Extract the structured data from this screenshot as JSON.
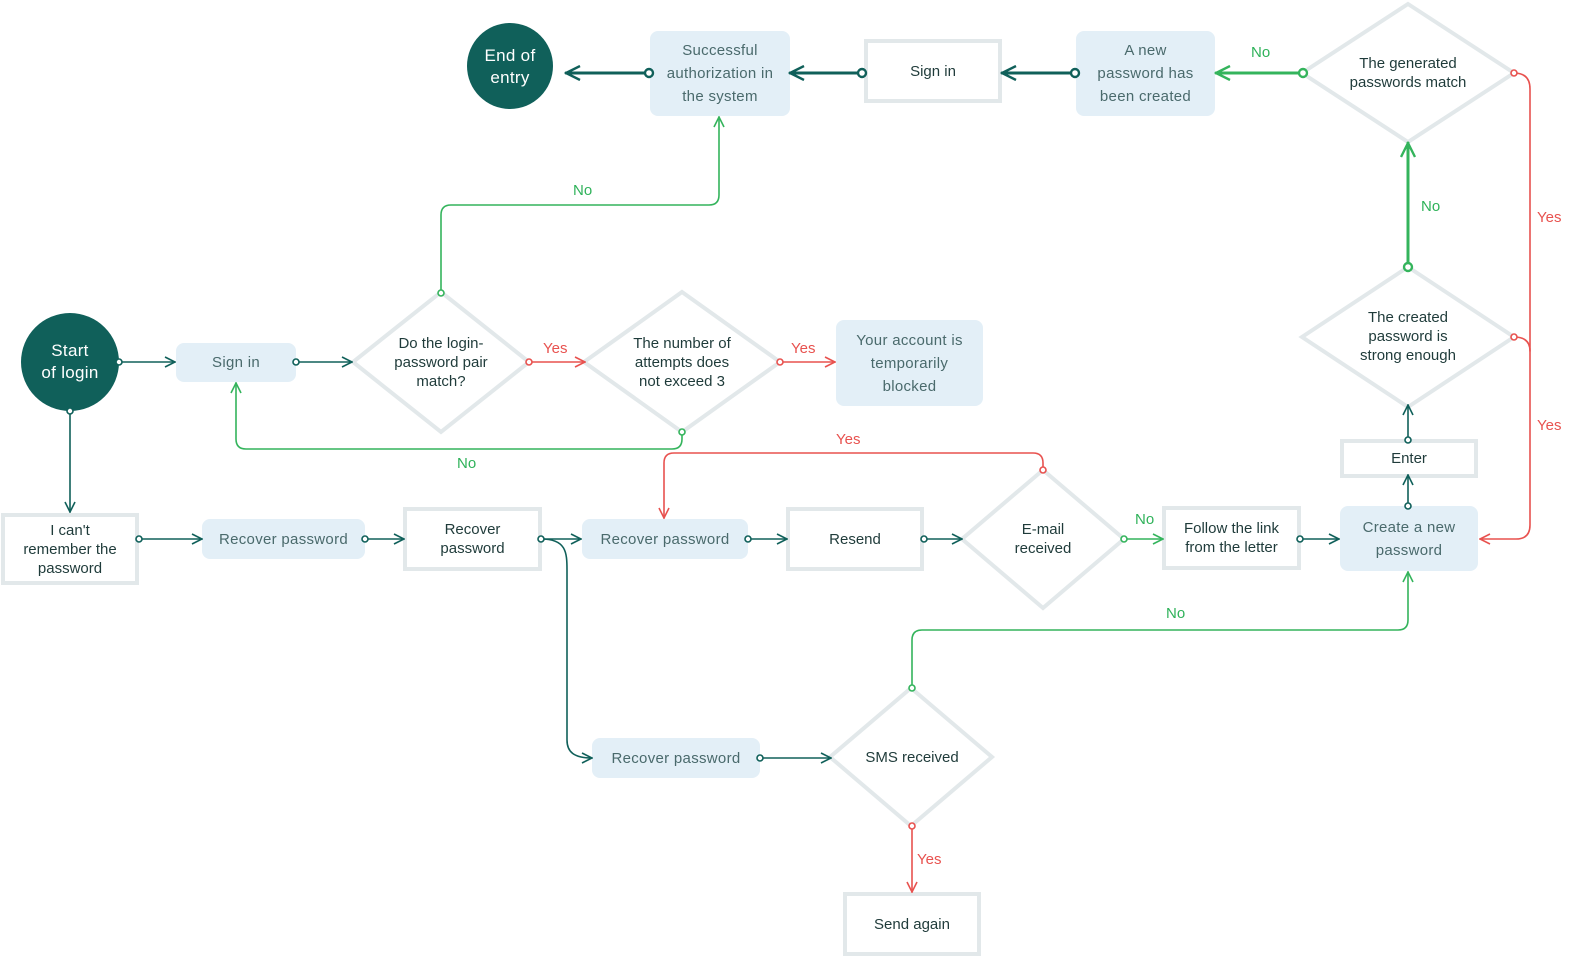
{
  "colors": {
    "dark_teal": "#10605a",
    "green": "#34b45c",
    "red": "#e8524f",
    "pale_fill": "#e3eff7",
    "grey_stroke": "#e2e8ea"
  },
  "nodes": {
    "end": "End of\nentry",
    "success": "Successful\nauthorization in\nthe system",
    "signin_top": "Sign in",
    "new_pw_created": "A new\npassword has\nbeen created",
    "generated_match": "The generated\npasswords match",
    "start": "Start\nof login",
    "signin_main": "Sign in",
    "login_match": "Do the login-\npassword pair\nmatch?",
    "attempts": "The number of\nattempts does\nnot exceed 3",
    "blocked": "Your account is\ntemporarily\nblocked",
    "strong_enough": "The created\npassword is\nstrong enough",
    "enter": "Enter",
    "cant_remember": "I can't\nremember the\npassword",
    "recover1": "Recover password",
    "recover2": "Recover\npassword",
    "recover_email": "Recover password",
    "resend": "Resend",
    "email_received": "E-mail\nreceived",
    "follow_link": "Follow the link\nfrom the letter",
    "create_new": "Create a new\npassword",
    "recover_sms": "Recover password",
    "sms_received": "SMS received",
    "send_again": "Send again"
  },
  "edges": {
    "login_no": "No",
    "login_yes": "Yes",
    "attempts_yes": "Yes",
    "attempts_no": "No",
    "generated_no": "No",
    "generated_yes": "Yes",
    "strong_no": "No",
    "strong_yes": "Yes",
    "email_yes": "Yes",
    "email_no": "No",
    "sms_no": "No",
    "sms_yes": "Yes"
  }
}
